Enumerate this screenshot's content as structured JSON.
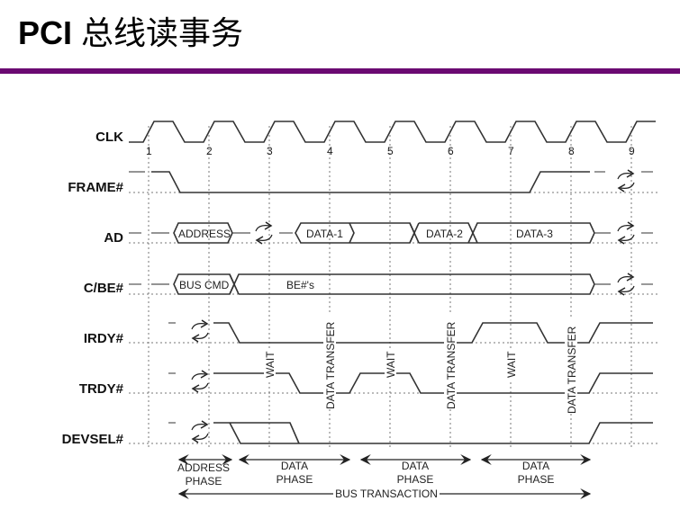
{
  "slide": {
    "title_latin": "PCI",
    "title_cjk": "总线读事务",
    "accent_color": "#6b0a72"
  },
  "signals": [
    "CLK",
    "FRAME#",
    "AD",
    "C/BE#",
    "IRDY#",
    "TRDY#",
    "DEVSEL#"
  ],
  "clock_ticks": [
    "1",
    "2",
    "3",
    "4",
    "5",
    "6",
    "7",
    "8",
    "9"
  ],
  "bus_values": {
    "address": "ADDRESS",
    "data1": "DATA-1",
    "data2": "DATA-2",
    "data3": "DATA-3",
    "bus_cmd": "BUS CMD",
    "byte_enables": "BE#'s"
  },
  "annotations": {
    "wait": "WAIT",
    "data_transfer": "DATA TRANSFER"
  },
  "phases": {
    "address_phase_line1": "ADDRESS",
    "address_phase_line2": "PHASE",
    "data_phase_line1": "DATA",
    "data_phase_line2": "PHASE",
    "bus_transaction": "BUS TRANSACTION"
  }
}
